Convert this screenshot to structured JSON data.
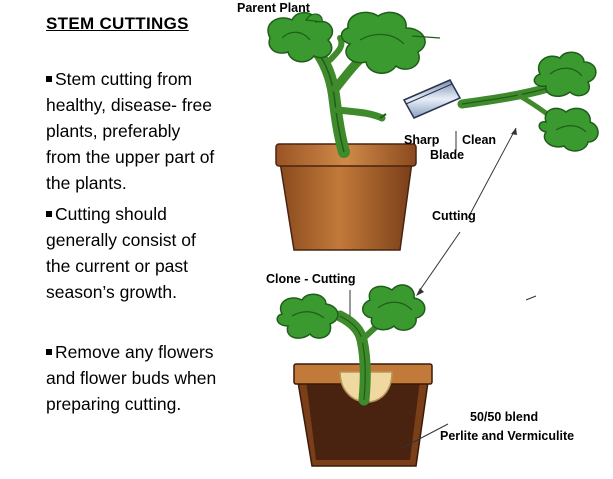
{
  "title": "STEM CUTTINGS",
  "bullets": [
    {
      "lines": [
        "Stem cutting from",
        "healthy, disease- free",
        "plants, preferably",
        "from the upper part of",
        "the plants."
      ]
    },
    {
      "lines": [
        "Cutting should",
        "generally consist of",
        "the current  or past",
        "season’s growth."
      ]
    },
    {
      "lines": [
        "Remove any flowers",
        "and flower buds when",
        "preparing cutting."
      ]
    }
  ],
  "labels": {
    "parent_plant": "Parent Plant",
    "sharp": "Sharp",
    "clean": "Clean",
    "blade": "Blade",
    "cutting": "Cutting",
    "clone_cutting": "Clone - Cutting",
    "blend": "50/50 blend",
    "perlite": "Perlite and Vermiculite"
  },
  "colors": {
    "leaf": "#3a9a30",
    "leaf_dark": "#1f5e1a",
    "pot": "#b0642a",
    "pot_dark": "#6e3a18",
    "soil": "#4a2210",
    "clone_hole": "#f0d9a0"
  }
}
